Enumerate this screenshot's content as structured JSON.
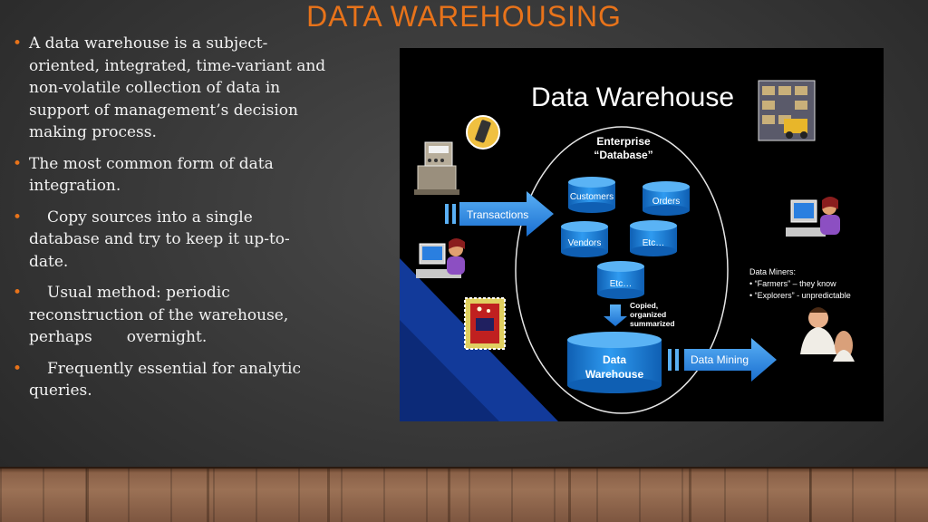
{
  "slide": {
    "title": "DATA WAREHOUSING",
    "accent_color": "#e8731a",
    "bullets": [
      {
        "text_lines": [
          "A data warehouse is a subject-",
          "oriented, integrated, time-variant and",
          "non-volatile collection of data in",
          "support of management’s decision",
          "making process."
        ]
      },
      {
        "text_lines": [
          "The most common form of data",
          "integration."
        ]
      },
      {
        "lead": "Copy sources into a single",
        "text_lines": [
          "database and try to keep it up-to-",
          "date."
        ]
      },
      {
        "lead": "Usual method: periodic",
        "text_lines": [
          "reconstruction of the warehouse,"
        ],
        "last_a": "perhaps",
        "last_b": "overnight."
      },
      {
        "lead": "Frequently essential for analytic",
        "text_lines": [
          "queries."
        ]
      }
    ]
  },
  "diagram": {
    "title": "Data Warehouse",
    "enterprise_label_1": "Enterprise",
    "enterprise_label_2": "“Database”",
    "databases": [
      "Customers",
      "Orders",
      "Vendors",
      "Etc…",
      "Etc…"
    ],
    "transactions_label": "Transactions",
    "copy_note_1": "Copied,",
    "copy_note_2": "organized",
    "copy_note_3": "summarized",
    "warehouse_label_1": "Data",
    "warehouse_label_2": "Warehouse",
    "mining_label": "Data Mining",
    "miners_title": "Data Miners:",
    "miners_1": "• “Farmers” – they know",
    "miners_2": "• “Explorers” - unpredictable",
    "icons": [
      "cash-register-icon",
      "cell-phone-icon",
      "computer-user-icon",
      "stamp-icon",
      "warehouse-forklift-icon",
      "analyst-user-icon",
      "thinking-people-icon"
    ],
    "colors": {
      "cylinder": "#1e88e5",
      "arrow": "#2f8fe8",
      "wedge": "#123a9a"
    }
  }
}
